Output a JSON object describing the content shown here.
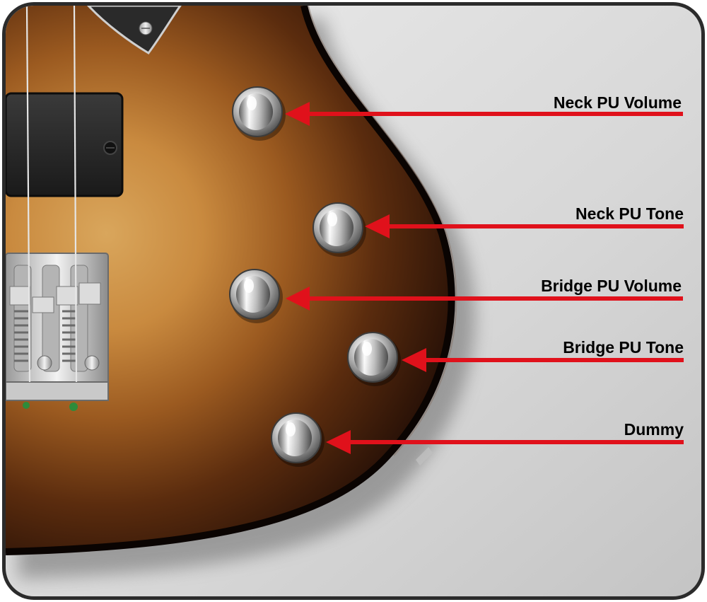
{
  "image": {
    "subject": "Bass guitar body with control knobs",
    "colors": {
      "frame_border": "#2b2b2b",
      "background_light": "#e4e4e4",
      "background_dark": "#b9b9b9",
      "sunburst_center": "#d6a35a",
      "sunburst_mid": "#9a5a1e",
      "sunburst_edge": "#1c0d06",
      "arrow": "#e0111b",
      "label_text": "#000000",
      "chrome_light": "#ffffff",
      "chrome_dark": "#6b6b6b"
    },
    "icons": {
      "knob": "chrome-knob-icon",
      "arrow": "arrow-left-icon",
      "pickup": "pickup-icon",
      "bridge": "bridge-icon"
    }
  },
  "callouts": [
    {
      "label": "Neck PU Volume"
    },
    {
      "label": "Neck PU Tone"
    },
    {
      "label": "Bridge PU Volume"
    },
    {
      "label": "Bridge PU Tone"
    },
    {
      "label": "Dummy"
    }
  ]
}
